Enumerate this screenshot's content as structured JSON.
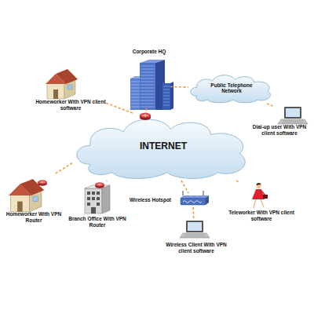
{
  "diagram": {
    "nodes": [
      {
        "text": [
          "Corporate HQ"
        ]
      },
      {
        "text": [
          "Homeworker With VPN client software"
        ]
      },
      {
        "text": [
          "Public Telephone Network"
        ]
      },
      {
        "text": [
          "INTERNET"
        ]
      },
      {
        "text": [
          "Dial-up user With VPN client software"
        ]
      },
      {
        "text": [
          "Homeworker With VPN Router"
        ]
      },
      {
        "text": [
          "Branch Office With VPN Router"
        ]
      },
      {
        "text": [
          "Wireless Hotspot"
        ]
      },
      {
        "text": [
          "Teleworker With VPN client software"
        ]
      },
      {
        "text": [
          "Wireless Client With VPN client software"
        ]
      }
    ],
    "edges": [
      {
        "from": 0,
        "to": 3,
        "arrow": "none"
      },
      {
        "from": 0,
        "to": 2,
        "arrow": "none"
      },
      {
        "from": 2,
        "to": 4,
        "arrow": "none"
      },
      {
        "from": 3,
        "to": 1,
        "arrow": "none"
      },
      {
        "from": 3,
        "to": 5,
        "arrow": "none"
      },
      {
        "from": 3,
        "to": 6,
        "arrow": "none"
      },
      {
        "from": 3,
        "to": 7,
        "arrow": "none"
      },
      {
        "from": 3,
        "to": 8,
        "arrow": "none"
      },
      {
        "from": 7,
        "to": 9,
        "arrow": "none"
      }
    ]
  }
}
